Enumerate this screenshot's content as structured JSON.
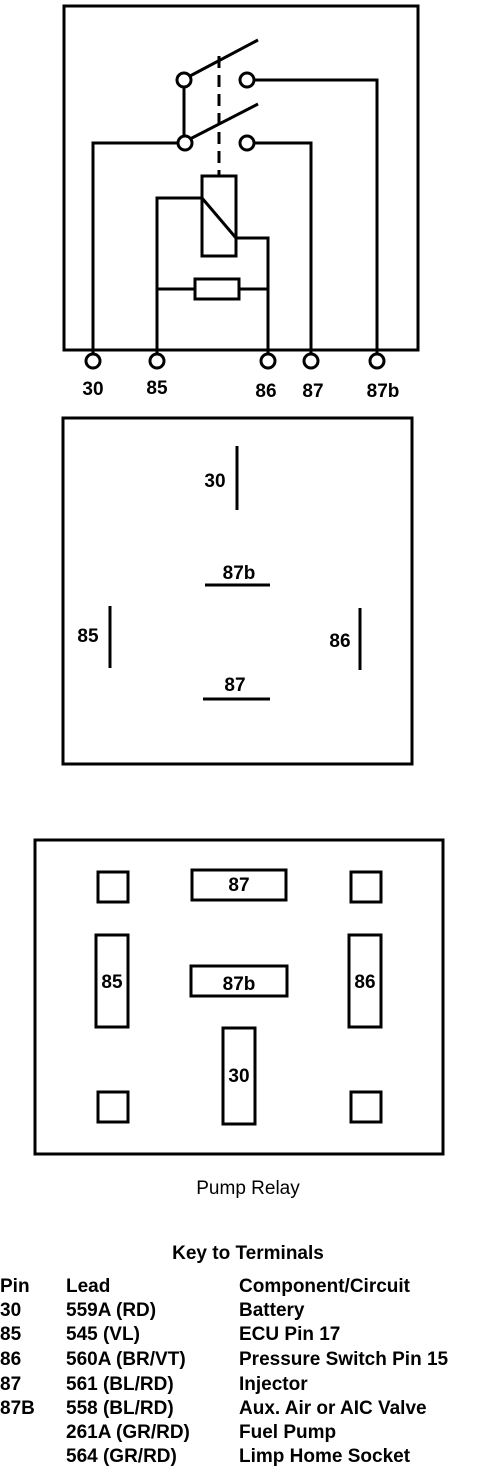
{
  "schematic": {
    "terminals": [
      "30",
      "85",
      "86",
      "87",
      "87b"
    ]
  },
  "top_view": {
    "labels": {
      "t30": "30",
      "t87b": "87b",
      "t85": "85",
      "t86": "86",
      "t87": "87"
    }
  },
  "socket_view": {
    "labels": {
      "t87": "87",
      "t85": "85",
      "t87b": "87b",
      "t86": "86",
      "t30": "30"
    }
  },
  "caption": "Pump Relay",
  "key": {
    "title": "Key to Terminals",
    "headers": {
      "pin": "Pin",
      "lead": "Lead",
      "component": "Component/Circuit"
    },
    "rows": [
      {
        "pin": "30",
        "lead": "559A (RD)",
        "component": "Battery"
      },
      {
        "pin": "85",
        "lead": "545 (VL)",
        "component": "ECU Pin 17"
      },
      {
        "pin": "86",
        "lead": "560A (BR/VT)",
        "component": "Pressure Switch Pin 15"
      },
      {
        "pin": "87",
        "lead": "561 (BL/RD)",
        "component": "Injector"
      },
      {
        "pin": "87B",
        "lead": "558 (BL/RD)",
        "component": "Aux. Air or AIC Valve"
      },
      {
        "pin": "",
        "lead": "261A (GR/RD)",
        "component": "Fuel Pump"
      },
      {
        "pin": "",
        "lead": "564 (GR/RD)",
        "component": "Limp Home Socket"
      }
    ]
  }
}
